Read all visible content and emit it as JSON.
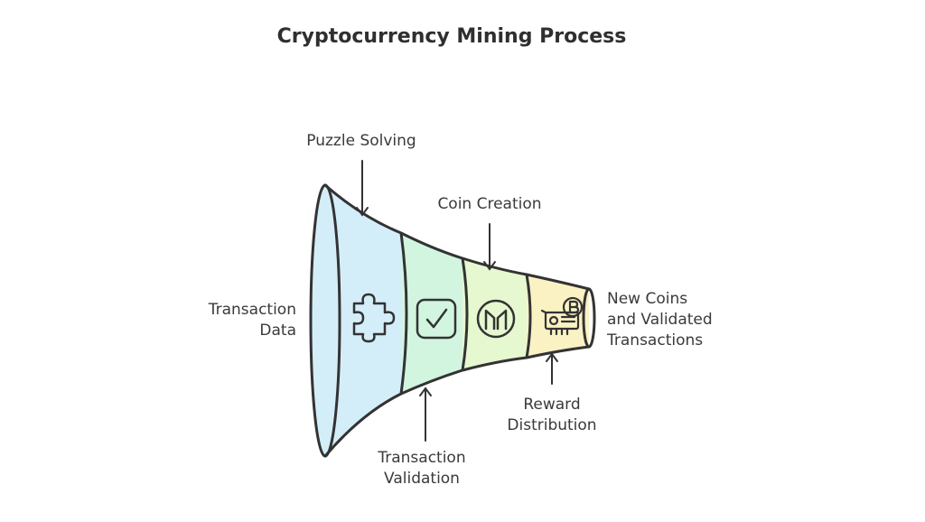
{
  "title": "Cryptocurrency Mining Process",
  "input_label": [
    "Transaction",
    "Data"
  ],
  "output_label": [
    "New Coins",
    "and Validated",
    "Transactions"
  ],
  "stages": [
    {
      "name": "Puzzle Solving",
      "icon": "puzzle-icon",
      "color": "#d4eef9",
      "label_lines": [
        "Puzzle Solving"
      ]
    },
    {
      "name": "Transaction Validation",
      "icon": "checkmark-icon",
      "color": "#d1f5df",
      "label_lines": [
        "Transaction",
        "Validation"
      ]
    },
    {
      "name": "Coin Creation",
      "icon": "maker-coin-icon",
      "color": "#e6f8cf",
      "label_lines": [
        "Coin Creation"
      ]
    },
    {
      "name": "Reward Distribution",
      "icon": "mining-gpu-bitcoin-icon",
      "color": "#fbf2c4",
      "label_lines": [
        "Reward",
        "Distribution"
      ]
    }
  ],
  "colors": {
    "outline": "#333333",
    "text": "#3a3a3a",
    "mouth": "#d4eef9"
  }
}
